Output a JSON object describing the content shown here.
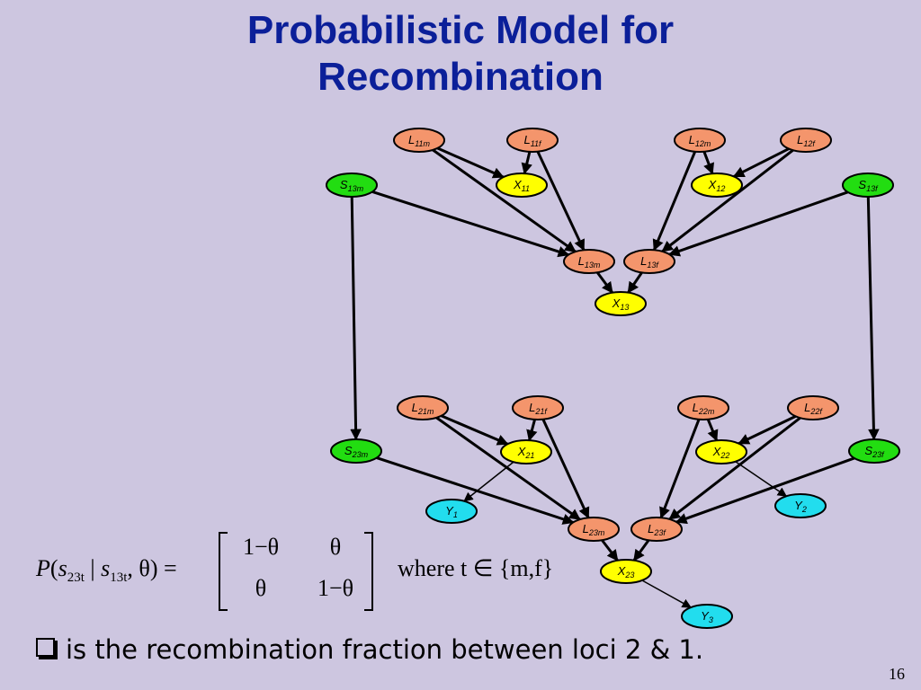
{
  "slide": {
    "title_line1": "Probabilistic Model for",
    "title_line2": "Recombination",
    "page_number": "16"
  },
  "colors": {
    "background": "#cdc6e0",
    "title": "#0b1f99",
    "L_node": "#f4956c",
    "X_node": "#ffff00",
    "S_node": "#22dd11",
    "Y_node": "#22ddee"
  },
  "nodes": [
    {
      "id": "L11m",
      "base": "L",
      "sub": "11m",
      "type": "L"
    },
    {
      "id": "L11f",
      "base": "L",
      "sub": "11f",
      "type": "L"
    },
    {
      "id": "L12m",
      "base": "L",
      "sub": "12m",
      "type": "L"
    },
    {
      "id": "L12f",
      "base": "L",
      "sub": "12f",
      "type": "L"
    },
    {
      "id": "S13m",
      "base": "S",
      "sub": "13m",
      "type": "S"
    },
    {
      "id": "X11",
      "base": "X",
      "sub": "11",
      "type": "X"
    },
    {
      "id": "X12",
      "base": "X",
      "sub": "12",
      "type": "X"
    },
    {
      "id": "S13f",
      "base": "S",
      "sub": "13f",
      "type": "S"
    },
    {
      "id": "L13m",
      "base": "L",
      "sub": "13m",
      "type": "L"
    },
    {
      "id": "L13f",
      "base": "L",
      "sub": "13f",
      "type": "L"
    },
    {
      "id": "X13",
      "base": "X",
      "sub": "13",
      "type": "X"
    },
    {
      "id": "L21m",
      "base": "L",
      "sub": "21m",
      "type": "L"
    },
    {
      "id": "L21f",
      "base": "L",
      "sub": "21f",
      "type": "L"
    },
    {
      "id": "L22m",
      "base": "L",
      "sub": "22m",
      "type": "L"
    },
    {
      "id": "L22f",
      "base": "L",
      "sub": "22f",
      "type": "L"
    },
    {
      "id": "S23m",
      "base": "S",
      "sub": "23m",
      "type": "S"
    },
    {
      "id": "X21",
      "base": "X",
      "sub": "21",
      "type": "X"
    },
    {
      "id": "X22",
      "base": "X",
      "sub": "22",
      "type": "X"
    },
    {
      "id": "S23f",
      "base": "S",
      "sub": "23f",
      "type": "S"
    },
    {
      "id": "Y1",
      "base": "Y",
      "sub": "1",
      "type": "Y"
    },
    {
      "id": "Y2",
      "base": "Y",
      "sub": "2",
      "type": "Y"
    },
    {
      "id": "L23m",
      "base": "L",
      "sub": "23m",
      "type": "L"
    },
    {
      "id": "L23f",
      "base": "L",
      "sub": "23f",
      "type": "L"
    },
    {
      "id": "X23",
      "base": "X",
      "sub": "23",
      "type": "X"
    },
    {
      "id": "Y3",
      "base": "Y",
      "sub": "3",
      "type": "Y"
    }
  ],
  "edges": [
    {
      "from": "L11m",
      "to": "X11",
      "style": "thick"
    },
    {
      "from": "L11f",
      "to": "X11",
      "style": "thick"
    },
    {
      "from": "L12m",
      "to": "X12",
      "style": "thick"
    },
    {
      "from": "L12f",
      "to": "X12",
      "style": "thick"
    },
    {
      "from": "L11m",
      "to": "L13m",
      "style": "thick"
    },
    {
      "from": "L11f",
      "to": "L13m",
      "style": "thick"
    },
    {
      "from": "S13m",
      "to": "L13m",
      "style": "thick"
    },
    {
      "from": "L12m",
      "to": "L13f",
      "style": "thick"
    },
    {
      "from": "L12f",
      "to": "L13f",
      "style": "thick"
    },
    {
      "from": "S13f",
      "to": "L13f",
      "style": "thick"
    },
    {
      "from": "L13m",
      "to": "X13",
      "style": "thick"
    },
    {
      "from": "L13f",
      "to": "X13",
      "style": "thick"
    },
    {
      "from": "S13m",
      "to": "S23m",
      "style": "thick"
    },
    {
      "from": "S13f",
      "to": "S23f",
      "style": "thick"
    },
    {
      "from": "L21m",
      "to": "X21",
      "style": "thick"
    },
    {
      "from": "L21f",
      "to": "X21",
      "style": "thick"
    },
    {
      "from": "L22m",
      "to": "X22",
      "style": "thick"
    },
    {
      "from": "L22f",
      "to": "X22",
      "style": "thick"
    },
    {
      "from": "L21m",
      "to": "L23m",
      "style": "thick"
    },
    {
      "from": "L21f",
      "to": "L23m",
      "style": "thick"
    },
    {
      "from": "S23m",
      "to": "L23m",
      "style": "thick"
    },
    {
      "from": "L22m",
      "to": "L23f",
      "style": "thick"
    },
    {
      "from": "L22f",
      "to": "L23f",
      "style": "thick"
    },
    {
      "from": "S23f",
      "to": "L23f",
      "style": "thick"
    },
    {
      "from": "X21",
      "to": "Y1",
      "style": "thin"
    },
    {
      "from": "X22",
      "to": "Y2",
      "style": "thin"
    },
    {
      "from": "L23m",
      "to": "X23",
      "style": "thick"
    },
    {
      "from": "L23f",
      "to": "X23",
      "style": "thick"
    },
    {
      "from": "X23",
      "to": "Y3",
      "style": "thin"
    }
  ],
  "formula": {
    "P": "P",
    "s1": "s",
    "sub1": "23t",
    "bar": " | ",
    "s2": "s",
    "sub2": "13t",
    "rest": ", θ) =",
    "open_paren": "(",
    "m11": "1−θ",
    "m12": "θ",
    "m21": "θ",
    "m22": "1−θ",
    "where": "where t ∈  {m,f}"
  },
  "caption": "is the recombination fraction between loci 2 & 1."
}
